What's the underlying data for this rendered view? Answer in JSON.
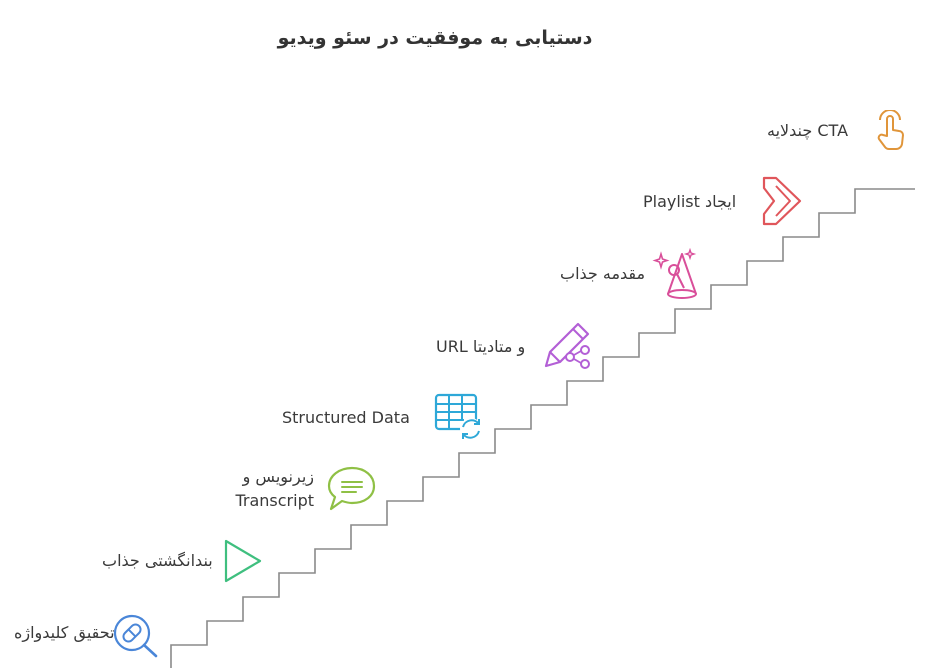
{
  "title": "دستیابی به موفقیت در سئو ویدیو",
  "steps": [
    {
      "label": "تحقیق کلیدواژه",
      "icon": "search-capsule-icon",
      "color": "#4a86d8"
    },
    {
      "label": "بندانگشتی جذاب",
      "icon": "play-triangle-icon",
      "color": "#3fbf7f"
    },
    {
      "label": "زیرنویس و",
      "label2": "Transcript",
      "icon": "chat-bubble-icon",
      "color": "#8fc045"
    },
    {
      "label": "Structured Data",
      "icon": "table-refresh-icon",
      "color": "#2ea8d8"
    },
    {
      "label": "URL و متادیتا",
      "icon": "pen-share-icon",
      "color": "#b35fd6"
    },
    {
      "label": "مقدمه جذاب",
      "icon": "spotlight-microphone-icon",
      "color": "#d94f9a"
    },
    {
      "label": "Playlist ایجاد",
      "icon": "next-arrow-icon",
      "color": "#e0565b"
    },
    {
      "label": "چندلایه CTA",
      "icon": "tap-hand-icon",
      "color": "#e0953a"
    }
  ]
}
